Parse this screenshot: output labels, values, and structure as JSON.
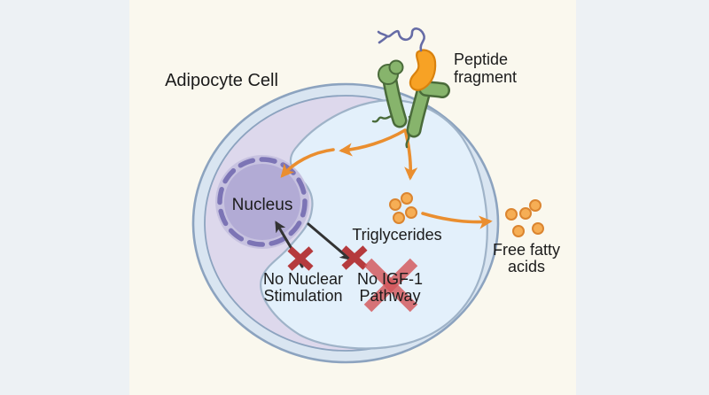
{
  "diagram": {
    "title": "Adipocyte Cell",
    "labels": {
      "cell": "Adipocyte Cell",
      "peptide_line1": "Peptide",
      "peptide_line2": "fragment",
      "nucleus": "Nucleus",
      "triglycerides": "Triglycerides",
      "free_fatty_line1": "Free fatty",
      "free_fatty_line2": "acids",
      "no_nuclear_line1": "No Nuclear",
      "no_nuclear_line2": "Stimulation",
      "no_igf_line1": "No IGF-1",
      "no_igf_line2": "Pathway"
    },
    "molecules": {
      "triglyceride_dots": 4,
      "free_fatty_acid_dots": 5
    },
    "icons": {
      "receptor": "membrane-receptor-icon",
      "peptide": "peptide-fragment-icon",
      "peptide_chain": "peptide-chain-squiggle-icon",
      "blocked": "red-x-icon"
    },
    "colors": {
      "page_background": "#edf1f4",
      "canvas": "#faf8ee",
      "membrane_fill": "#d9e5f1",
      "membrane_stroke": "#8ca3bf",
      "cytoplasm": "#ddd8ec",
      "lipid_droplet": "#e3f0fb",
      "nucleus_halo": "#c7c2e0",
      "nucleus_fill": "#b2abd5",
      "nucleus_dash": "#7c74b5",
      "receptor_green": "#87b46c",
      "receptor_outline": "#4a6b3a",
      "peptide_orange": "#f7a225",
      "peptide_chain_blue": "#666ca6",
      "signal_arrow_orange": "#ea8e2f",
      "blocked_arrow_black": "#333333",
      "x_mark_red": "#b53a3d",
      "big_x_red": "#d4575b",
      "vesicle_dot_fill": "#f6ae55",
      "vesicle_dot_stroke": "#db8530",
      "text": "#1b1b1b"
    }
  }
}
